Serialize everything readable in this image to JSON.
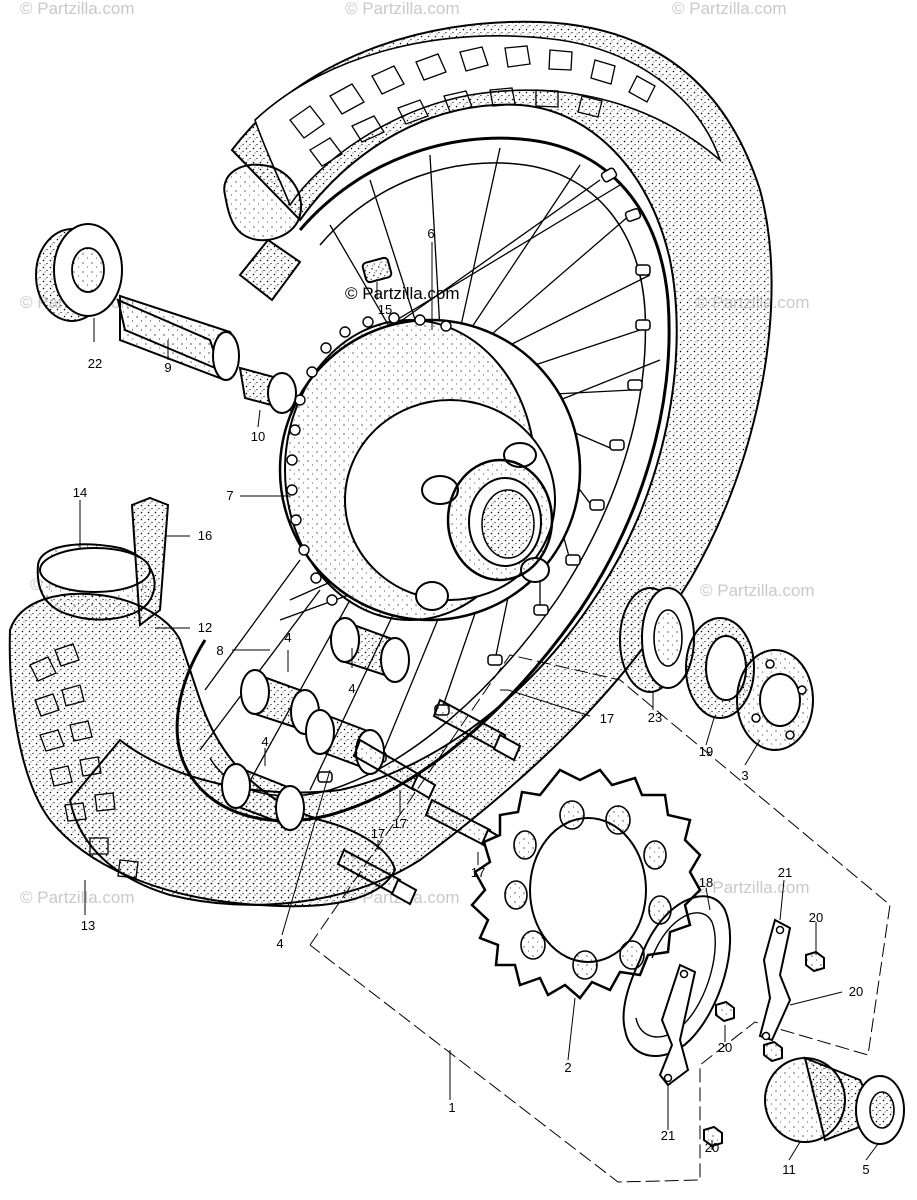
{
  "watermark": "© Partzilla.com",
  "callouts": {
    "c1": "1",
    "c2": "2",
    "c3": "3",
    "c4a": "4",
    "c4b": "4",
    "c4c": "4",
    "c4d": "4",
    "c5": "5",
    "c6": "6",
    "c7": "7",
    "c8": "8",
    "c9": "9",
    "c10": "10",
    "c11": "11",
    "c12": "12",
    "c13": "13",
    "c14": "14",
    "c15": "15",
    "c16": "16",
    "c17a": "17",
    "c17b": "17",
    "c17c": "17",
    "c17d": "17",
    "c18": "18",
    "c19": "19",
    "c20a": "20",
    "c20b": "20",
    "c20c": "20",
    "c20d": "20",
    "c21a": "21",
    "c21b": "21",
    "c22": "22",
    "c23": "23"
  }
}
